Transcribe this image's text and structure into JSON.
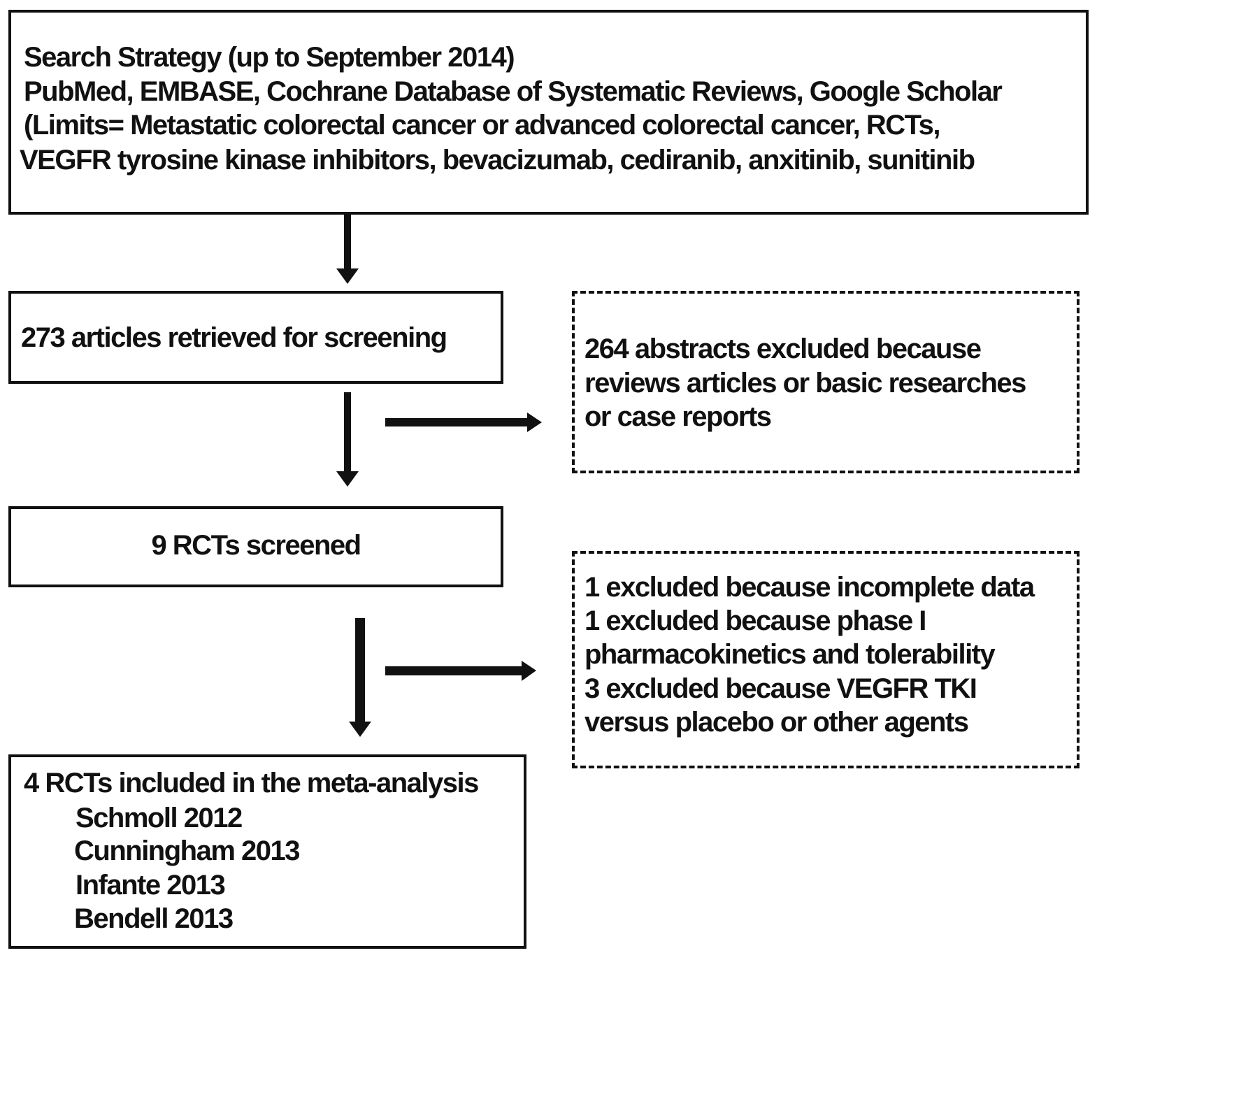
{
  "search_box": {
    "lines": [
      "Search Strategy (up to September 2014)",
      "PubMed, EMBASE, Cochrane Database of Systematic Reviews, Google Scholar",
      "(Limits= Metastatic colorectal  cancer or advanced colorectal  cancer, RCTs,",
      "VEGFR tyrosine kinase inhibitors, bevacizumab, cediranib, anxitinib, sunitinib"
    ]
  },
  "retrieved_box": {
    "text": "273  articles retrieved for screening"
  },
  "excluded_abstracts_box": {
    "lines": [
      "264 abstracts excluded because",
      "reviews articles or basic researches",
      "or case reports"
    ]
  },
  "screened_box": {
    "text": "9 RCTs screened"
  },
  "excluded_rcts_box": {
    "lines": [
      "1 excluded because incomplete data",
      "1 excluded because phase I",
      "pharmacokinetics and tolerability",
      "3 excluded because VEGFR TKI",
      "versus placebo or other agents"
    ]
  },
  "included_box": {
    "title": "4 RCTs included in the meta-analysis",
    "studies": [
      "Schmoll 2012",
      "Cunningham 2013",
      "Infante 2013",
      "Bendell 2013"
    ]
  }
}
